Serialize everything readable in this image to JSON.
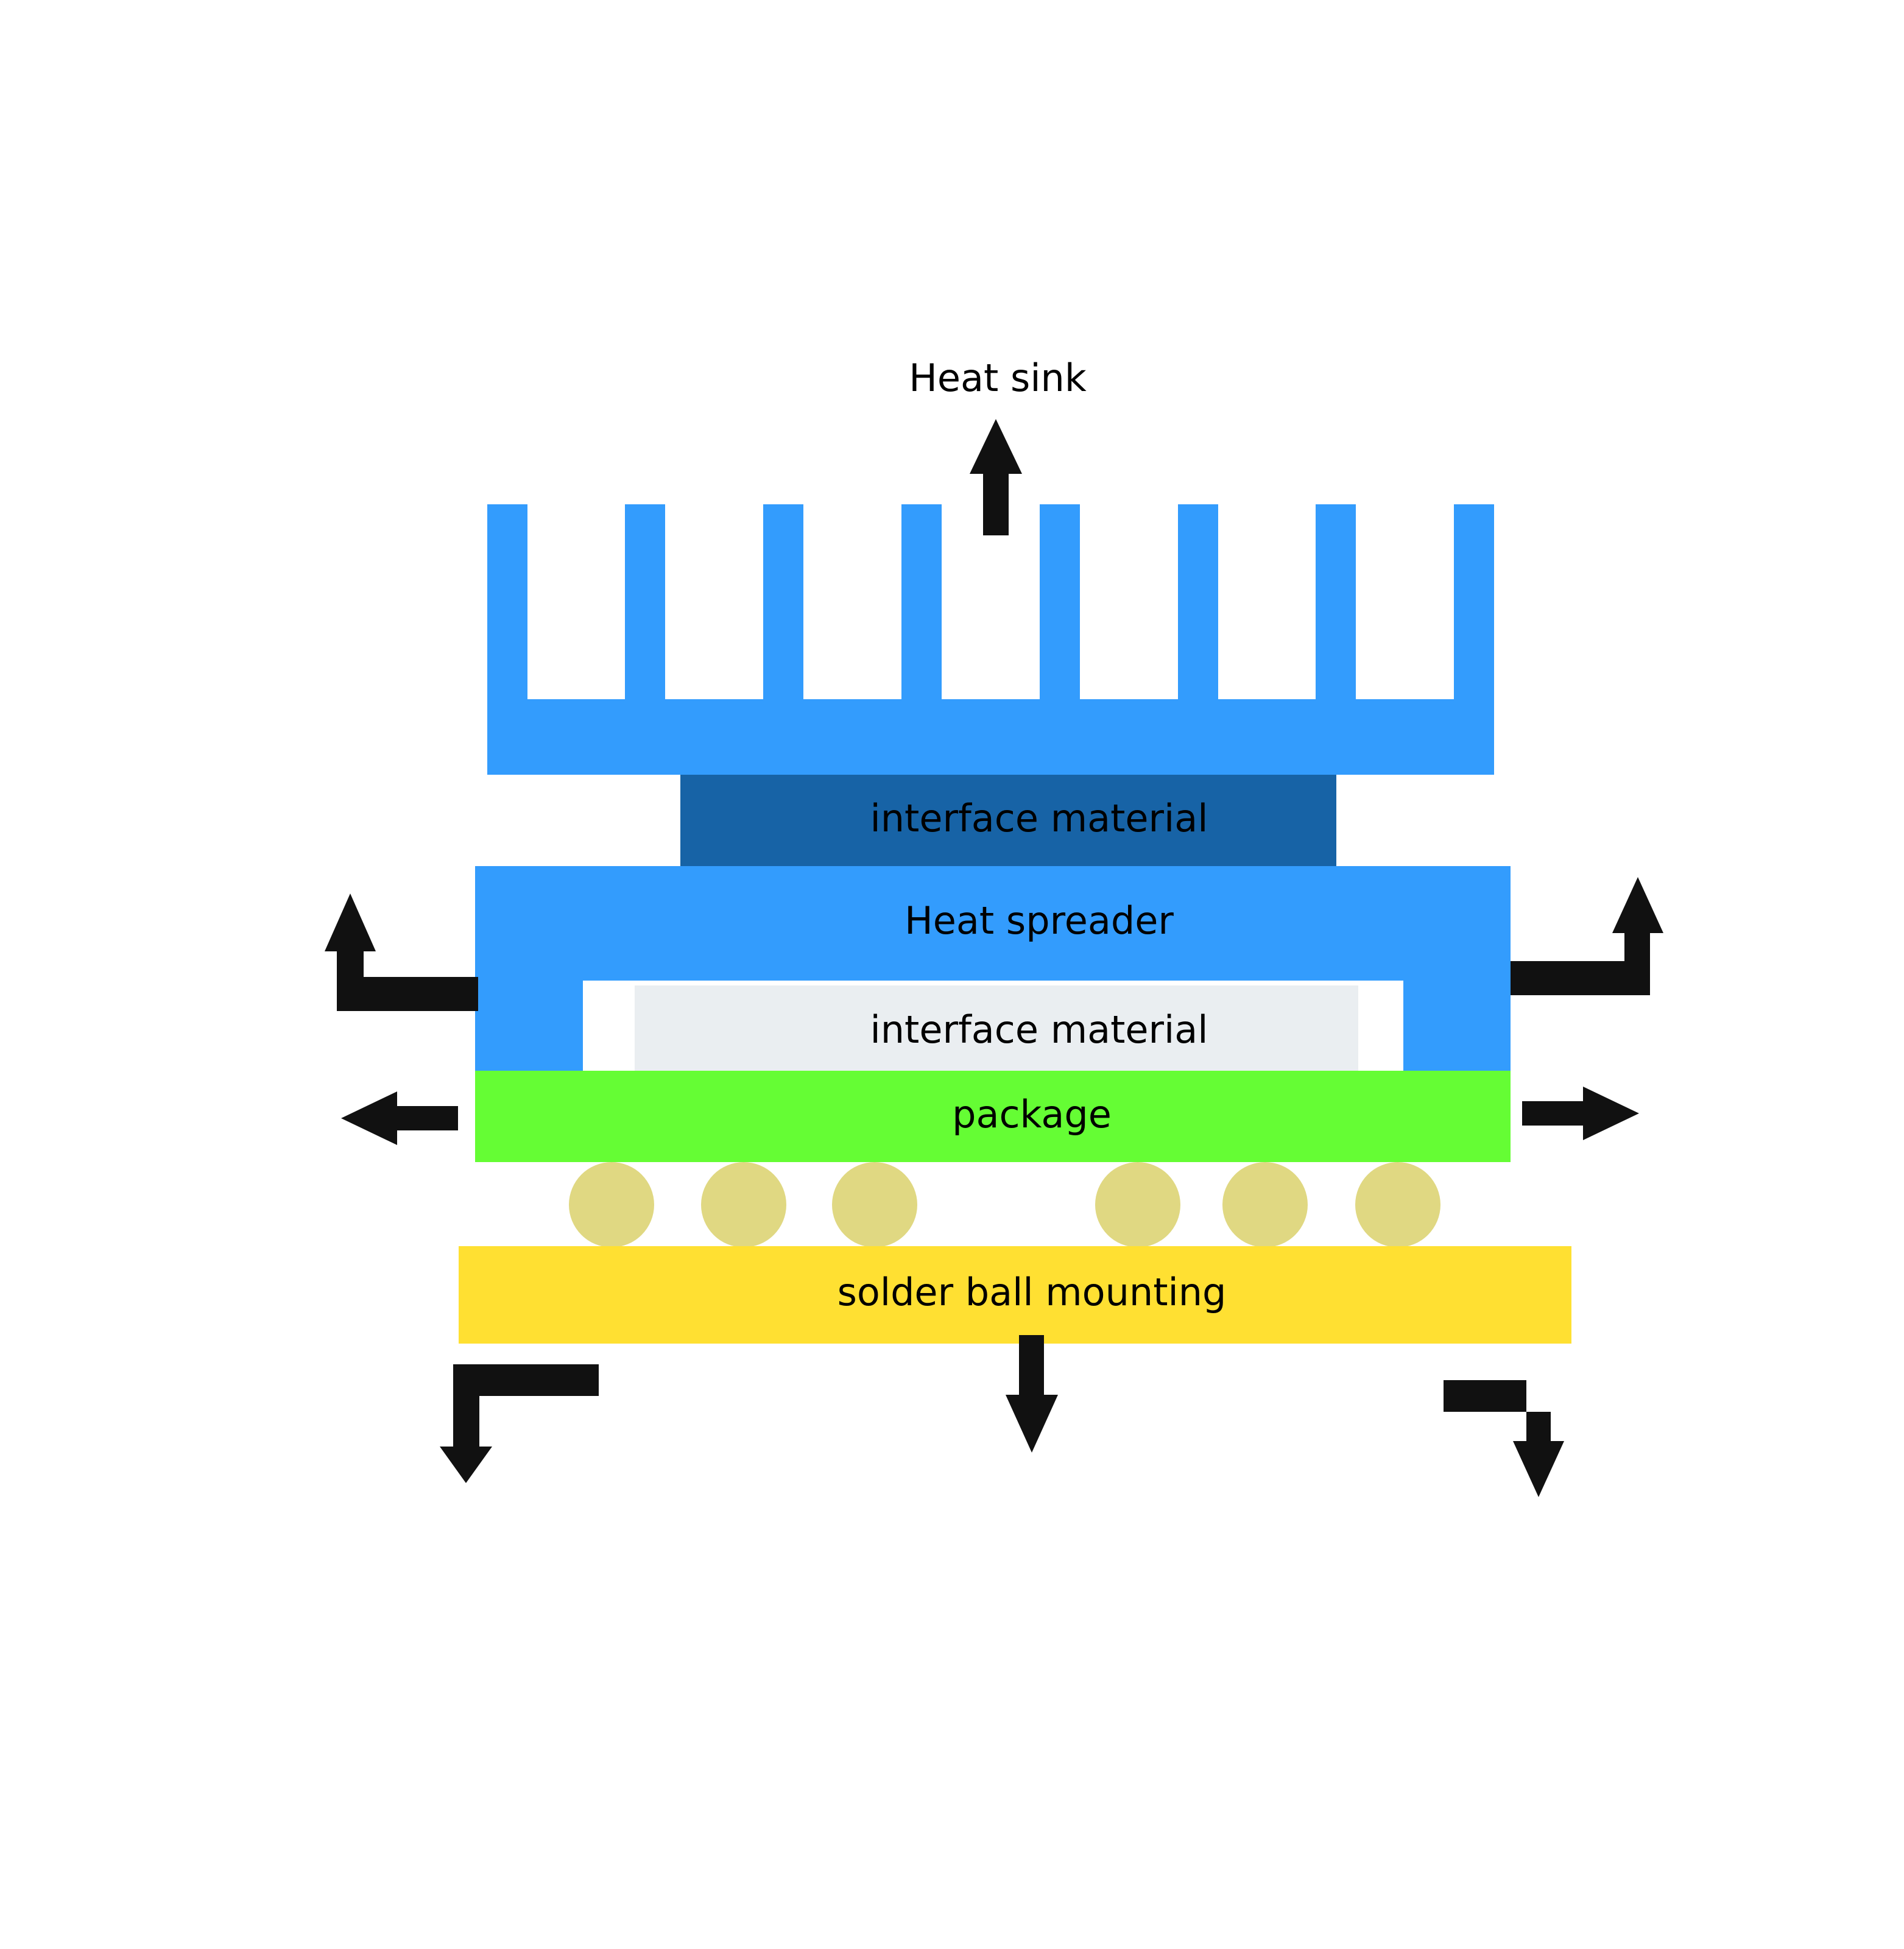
{
  "labels": {
    "heat_sink": "Heat sink",
    "interface_material_top": "interface  material",
    "heat_spreader": "Heat  spreader",
    "interface_material_bottom": "interface  material",
    "package": "package",
    "solder_ball_mounting": "solder  ball  mounting"
  },
  "colors": {
    "heat_sink": "#339cfd",
    "heat_spreader": "#339cfd",
    "interface_material_top": "#1763a6",
    "interface_material_bottom": "#eaeef1",
    "package": "#65fd34",
    "solder_balls": "#e0d882",
    "solder_ball_mounting": "#ffe032",
    "arrows": "#111111",
    "text": "#000000"
  },
  "icons": {
    "heat_flow_arrow": "arrow-icon"
  }
}
